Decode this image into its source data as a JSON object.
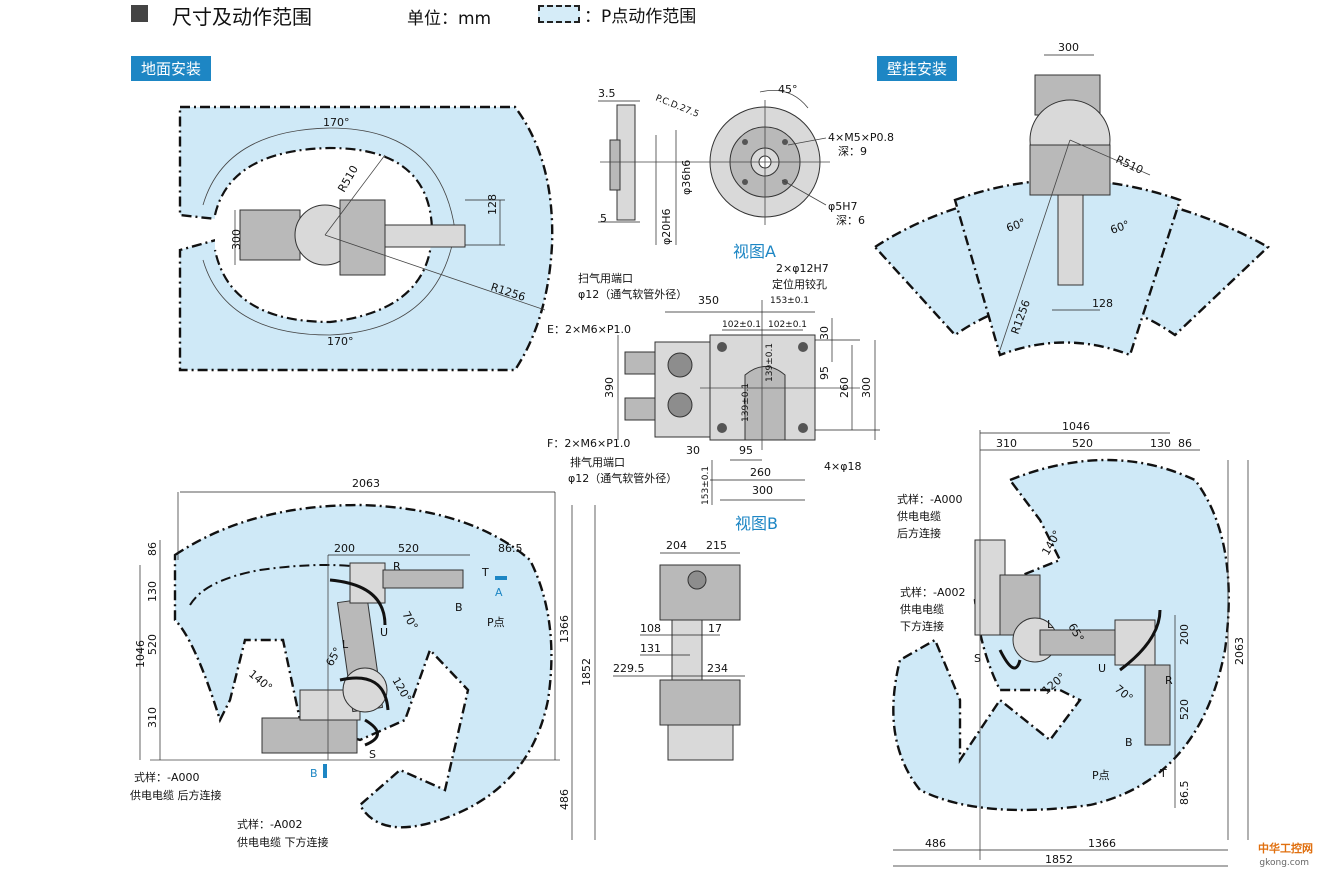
{
  "header": {
    "title": "尺寸及动作范围",
    "unit": "单位：mm",
    "legend": "：P点动作范围"
  },
  "tags": {
    "floor": "地面安装",
    "wall": "壁挂安装"
  },
  "views": {
    "a": "视图A",
    "b": "视图B"
  },
  "top_left": {
    "angle_top": "170°",
    "angle_bottom": "170°",
    "r510": "R510",
    "r1256": "R1256",
    "d300": "300",
    "d128": "128"
  },
  "flange": {
    "d35": "3.5",
    "pcd": "P.C.D.27.5",
    "d5": "5",
    "d36h6": "φ36h6",
    "d20h6": "φ20H6",
    "a45": "45°",
    "holes": "4×M5×P0.8",
    "holes_depth": "深：9",
    "pin": "φ5H7",
    "pin_depth": "深：6"
  },
  "base": {
    "purge_in": "扫气用端口",
    "purge_in_size": "φ12（通气软管外径）",
    "d350": "350",
    "pins": "2×φ12H7",
    "pins_note": "定位用铰孔",
    "d153a": "153±0.1",
    "d102a": "102±0.1",
    "d102b": "102±0.1",
    "e_port": "E：2×M6×P1.0",
    "f_port": "F：2×M6×P1.0",
    "purge_out": "排气用端口",
    "purge_out_size": "φ12（通气软管外径）",
    "d390": "390",
    "d30a": "30",
    "d95a": "95",
    "d260a": "260",
    "d300a": "300",
    "d139a": "139±0.1",
    "d139b": "139±0.1",
    "d30b": "30",
    "d95b": "95",
    "d260b": "260",
    "d300b": "300",
    "d153b": "153±0.1",
    "holes18": "4×φ18"
  },
  "side_floor": {
    "d2063": "2063",
    "d200": "200",
    "d520": "520",
    "d865": "86.5",
    "d86": "86",
    "d130": "130",
    "d520v": "520",
    "d1046": "1046",
    "d310": "310",
    "d1366": "1366",
    "d1852": "1852",
    "d486": "486",
    "a140": "140°",
    "a65": "65°",
    "a120": "120°",
    "a70": "70°",
    "R": "R",
    "T": "T",
    "B": "B",
    "U": "U",
    "L": "L",
    "S": "S",
    "A": "A",
    "Bv": "B",
    "pt": "P点",
    "note1": "式样：-A000",
    "note1b": "供电电缆 后方连接",
    "note2": "式样：-A002",
    "note2b": "供电电缆 下方连接"
  },
  "view_b": {
    "d204": "204",
    "d215": "215",
    "d108": "108",
    "d17": "17",
    "d131": "131",
    "d2295": "229.5",
    "d234": "234"
  },
  "wall_top": {
    "d300": "300",
    "r510": "R510",
    "a60l": "60°",
    "a60r": "60°",
    "r1256": "R1256",
    "d128": "128"
  },
  "wall_side": {
    "d1046": "1046",
    "d310": "310",
    "d520": "520",
    "d130": "130",
    "d86": "86",
    "note1": "式样：-A000",
    "note1b": "供电电缆",
    "note1c": "后方连接",
    "note2": "式样：-A002",
    "note2b": "供电电缆",
    "note2c": "下方连接",
    "a140": "140°",
    "a65": "65°",
    "a120": "120°",
    "a70": "70°",
    "d200": "200",
    "d520v": "520",
    "d865": "86.5",
    "d2063": "2063",
    "d486": "486",
    "d1366": "1366",
    "d1852": "1852",
    "L": "L",
    "S": "S",
    "U": "U",
    "R": "R",
    "B": "B",
    "T": "T",
    "pt": "P点"
  },
  "watermark": {
    "cn": "中华工控网",
    "en": "gkong.com"
  },
  "colors": {
    "envelope": "#cfe9f7",
    "tag": "#1d86c4",
    "view_title": "#1d86c4"
  }
}
